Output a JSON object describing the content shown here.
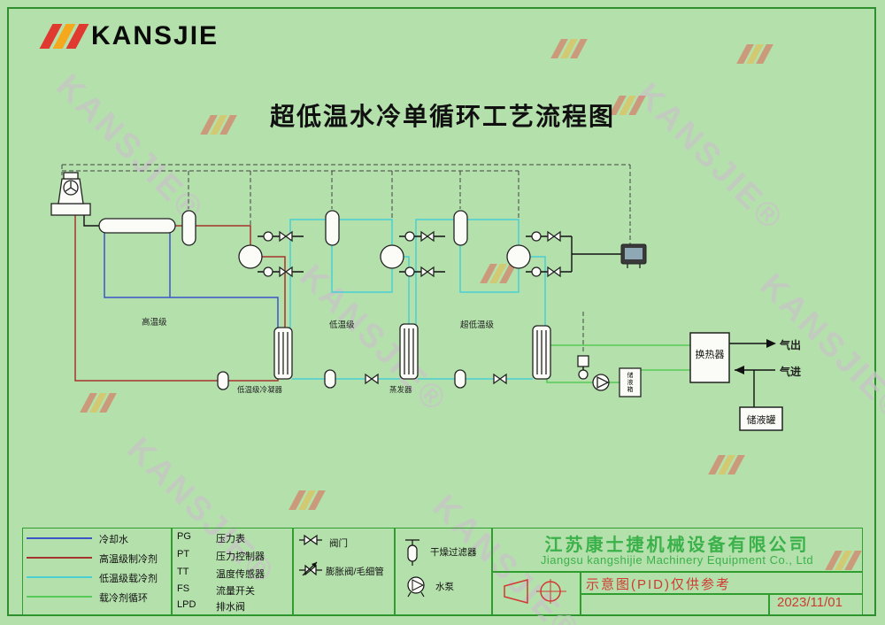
{
  "page": {
    "title": "超低温水冷单循环工艺流程图",
    "brand": "KANSJIE",
    "watermark_text": "KANSJIE®"
  },
  "diagram": {
    "stage_labels": {
      "high": "高温级",
      "low": "低温级",
      "ultra": "超低温级"
    },
    "labels": {
      "low_stage_condenser": "低温级冷凝器",
      "evaporator": "蒸发器",
      "heat_exchanger": "换热器",
      "liquid_tank": "储液罐",
      "liquid_box": "储液箱",
      "gas_out": "气出",
      "gas_in": "气进"
    }
  },
  "legend": {
    "line_types": [
      {
        "label": "冷却水",
        "color": "#3c55c8"
      },
      {
        "label": "高温级制冷剂",
        "color": "#a5342c"
      },
      {
        "label": "低温级载冷剂",
        "color": "#49cfd4"
      },
      {
        "label": "载冷剂循环",
        "color": "#57c957"
      }
    ],
    "abbreviations": [
      {
        "abbr": "PG",
        "meaning": "压力表"
      },
      {
        "abbr": "PT",
        "meaning": "压力控制器"
      },
      {
        "abbr": "TT",
        "meaning": "温度传感器"
      },
      {
        "abbr": "FS",
        "meaning": "流量开关"
      },
      {
        "abbr": "LPD",
        "meaning": "排水阀"
      }
    ],
    "symbols": [
      {
        "label": "阀门"
      },
      {
        "label": "膨胀阀/毛细管"
      },
      {
        "label": "干燥过滤器"
      },
      {
        "label": "水泵"
      }
    ]
  },
  "footer": {
    "company_cn": "江苏康士捷机械设备有限公司",
    "company_en": "Jiangsu kangshijie Machinery Equipment Co., Ltd",
    "note": "示意图(PID)仅供参考",
    "date": "2023/11/01"
  }
}
